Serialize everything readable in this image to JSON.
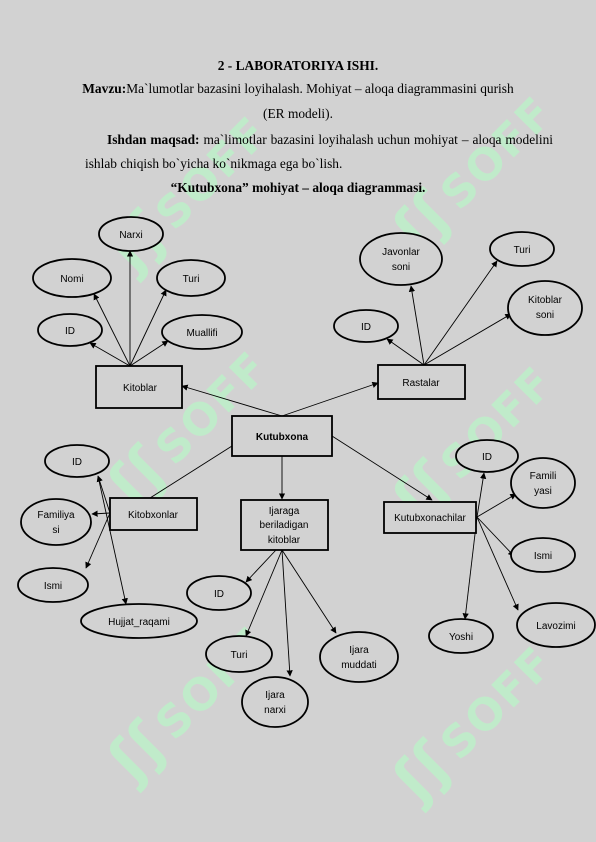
{
  "document": {
    "title": "2 - LABORATORIYA ISHI.",
    "topic_label": "Mavzu:",
    "topic_text": "Ma`lumotlar bazasini loyihalash. Mohiyat – aloqa diagrammasini qurish",
    "topic_text2": "(ER   modeli).",
    "aim_label": "Ishdan maqsad:",
    "aim_text": " ma`limotlar bazasini loyihalash uchun mohiyat – aloqa modelini ishlab chiqish bo`yicha ko`nikmaga ega bo`lish.",
    "diagram_title": "“Kutubxona” mohiyat – aloqa diagrammasi.",
    "watermark": "SOFF"
  },
  "diagram": {
    "center": "Kutubxona",
    "entities": {
      "kitoblar": "Kitoblar",
      "rastalar": "Rastalar",
      "kitobxonlar": "Kitobxonlar",
      "ijaraga": [
        "Ijaraga",
        "beriladigan",
        "kitoblar"
      ],
      "kutubxonachilar": "Kutubxonachilar"
    },
    "attributes": {
      "kitoblar": {
        "narxi": "Narxi",
        "nomi": "Nomi",
        "turi": "Turi",
        "id": "ID",
        "muallifi": "Muallifi"
      },
      "rastalar": {
        "javonlar": [
          "Javonlar",
          "soni"
        ],
        "turi": "Turi",
        "kitoblar_soni": [
          "Kitoblar",
          "soni"
        ],
        "id": "ID"
      },
      "kitobxonlar": {
        "id": "ID",
        "familiyasi": [
          "Familiya",
          "si"
        ],
        "ismi": "Ismi",
        "hujjat": "Hujjat_raqami"
      },
      "ijaraga": {
        "id": "ID",
        "turi": "Turi",
        "ijara_narxi": [
          "Ijara",
          "narxi"
        ],
        "ijara_muddati": [
          "Ijara",
          "muddati"
        ]
      },
      "kutubxonachilar": {
        "id": "ID",
        "familiyasi": [
          "Famili",
          "yasi"
        ],
        "ismi": "Ismi",
        "yoshi": "Yoshi",
        "lavozimi": "Lavozimi"
      }
    }
  }
}
